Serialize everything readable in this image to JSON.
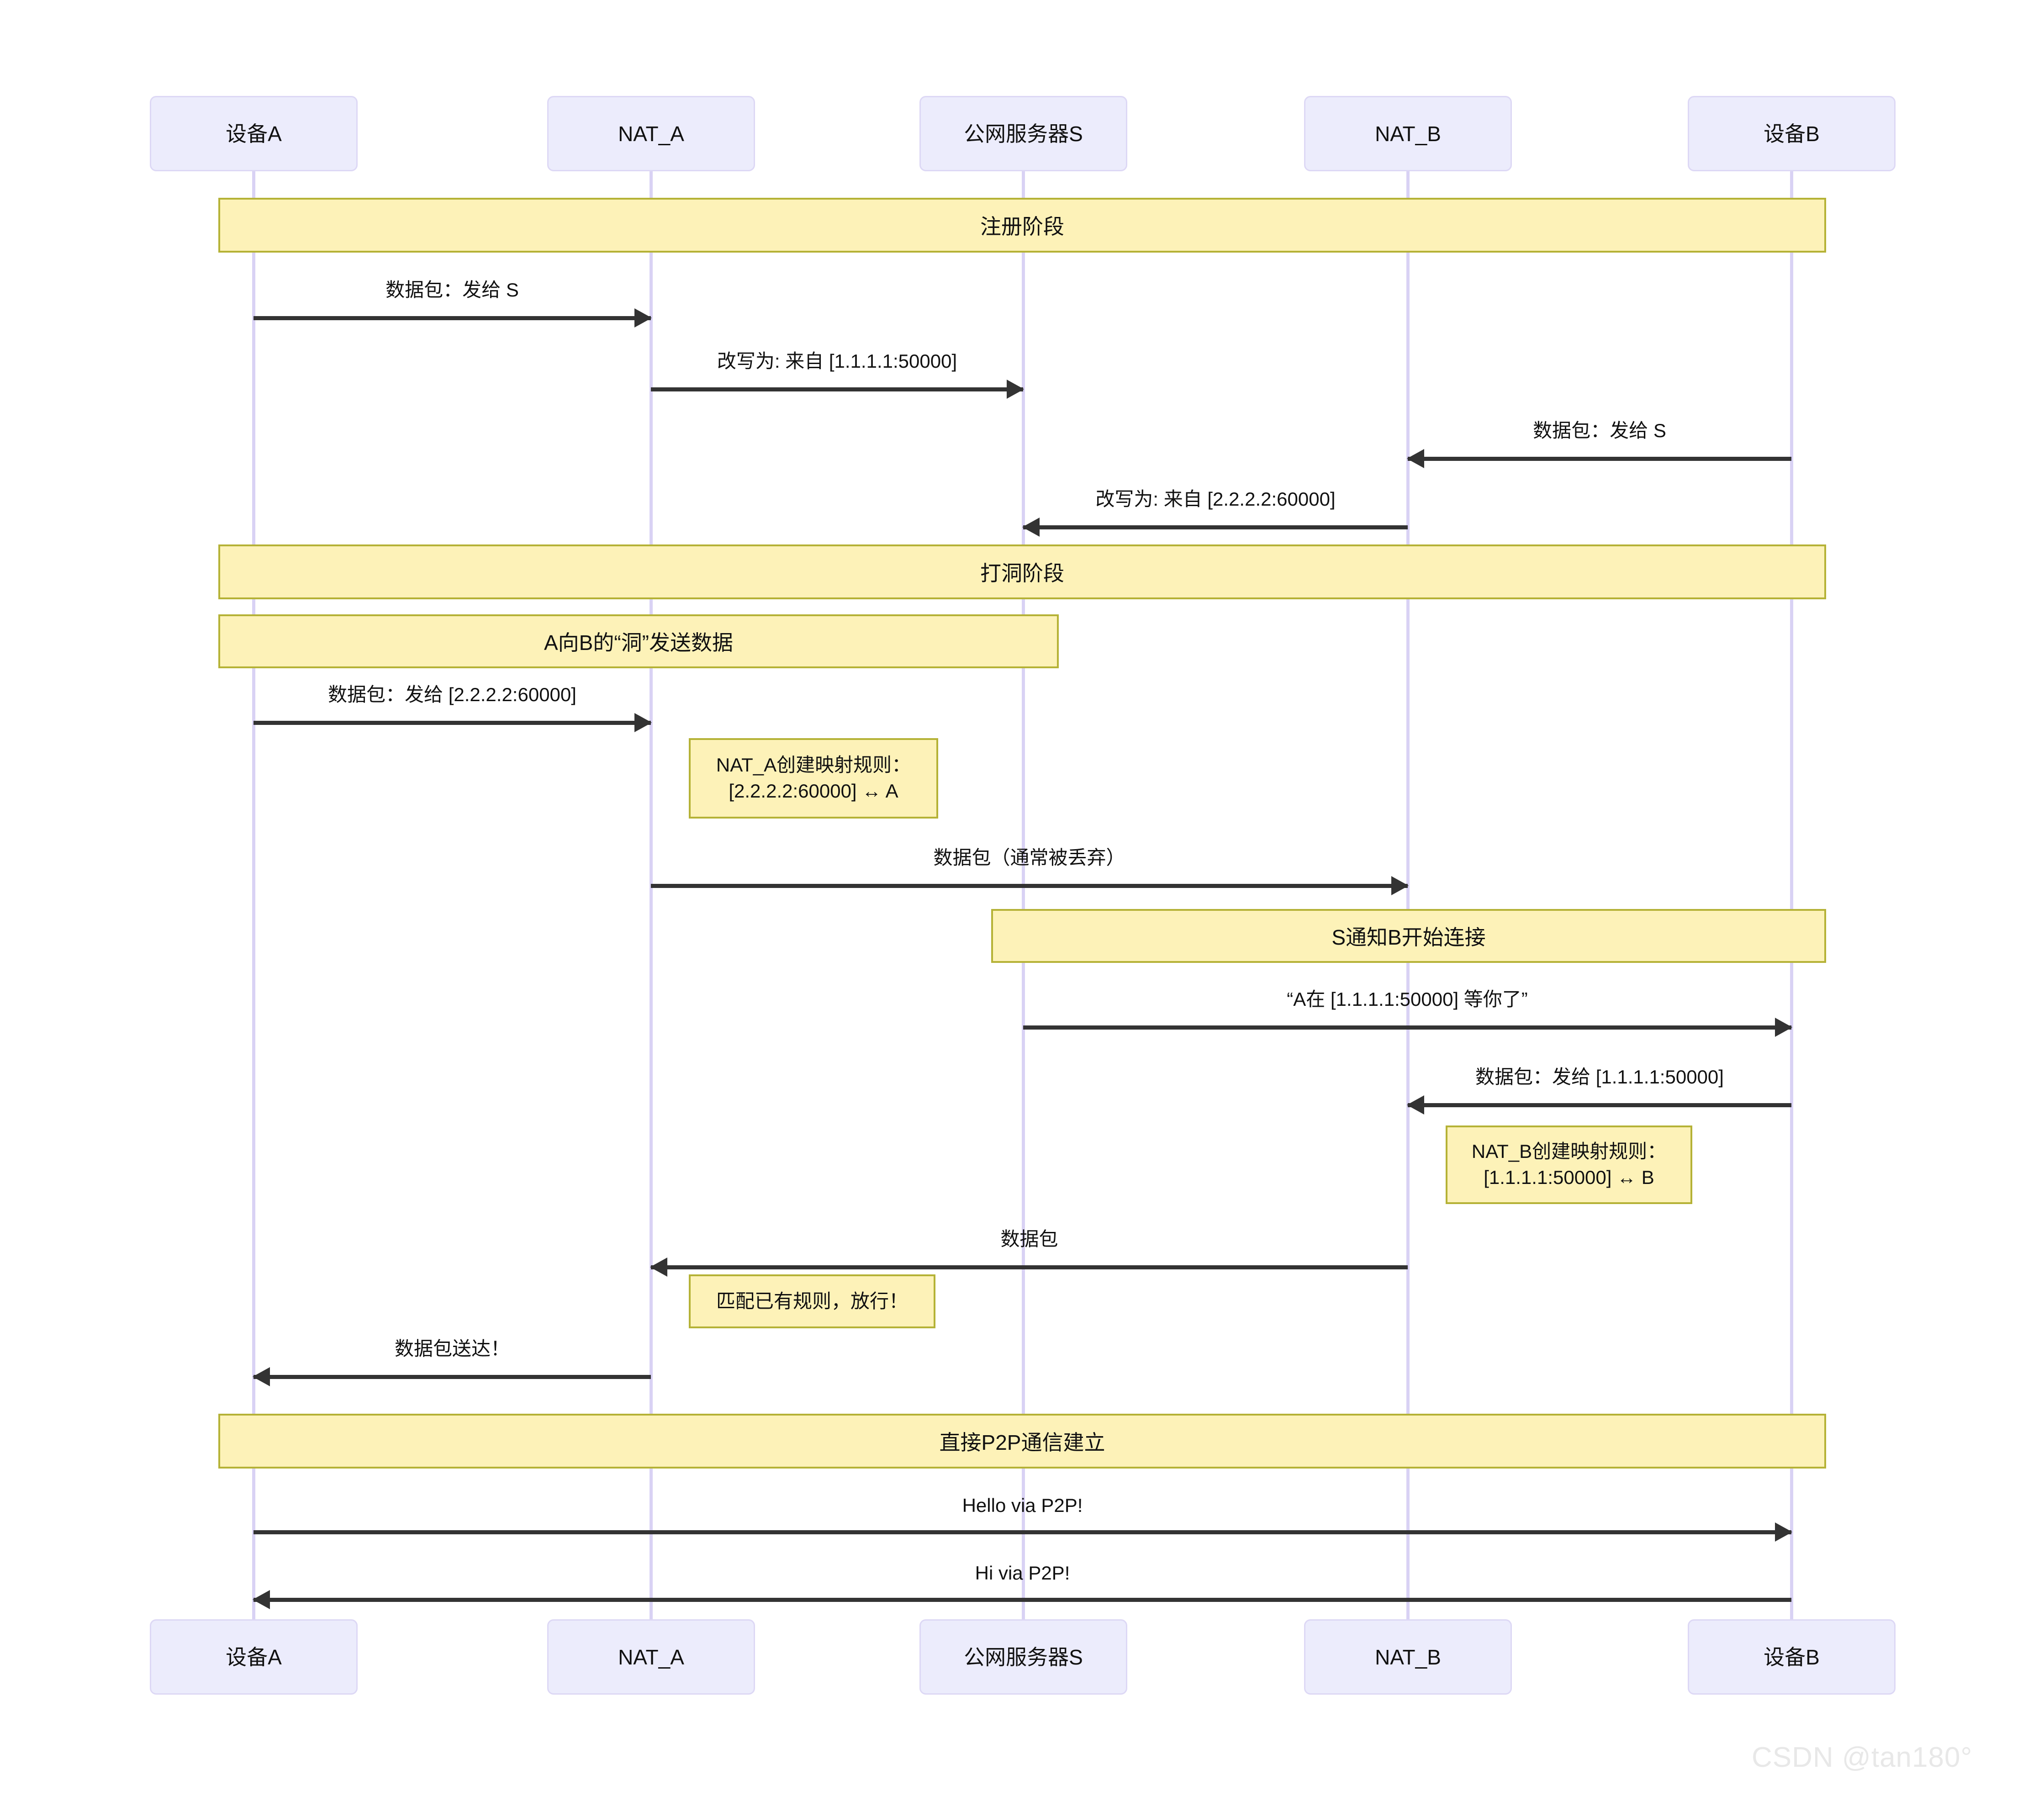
{
  "diagram": {
    "type": "sequence-diagram",
    "title_watermark": "CSDN @tan180°",
    "colors": {
      "participant_fill": "#ececfc",
      "participant_border": "#ddd8f5",
      "lifeline": "#d9d2f4",
      "note_fill": "#fdf2b8",
      "note_border": "#b5b236",
      "arrow": "#333333",
      "text": "#111111"
    },
    "participants": [
      {
        "id": "A",
        "label": "设备A"
      },
      {
        "id": "NATA",
        "label": "NAT_A"
      },
      {
        "id": "S",
        "label": "公网服务器S"
      },
      {
        "id": "NATB",
        "label": "NAT_B"
      },
      {
        "id": "B",
        "label": "设备B"
      }
    ],
    "banners": [
      {
        "id": "phase1",
        "label": "注册阶段"
      },
      {
        "id": "phase2",
        "label": "打洞阶段"
      },
      {
        "id": "sub_a2b",
        "label": "A向B的“洞”发送数据"
      },
      {
        "id": "sub_s2b",
        "label": "S通知B开始连接"
      },
      {
        "id": "phase3",
        "label": "直接P2P通信建立"
      }
    ],
    "notes": [
      {
        "id": "nat_a_rule",
        "line1": "NAT_A创建映射规则：",
        "line2": "[2.2.2.2:60000] ↔ A"
      },
      {
        "id": "nat_b_rule",
        "line1": "NAT_B创建映射规则：",
        "line2": "[1.1.1.1:50000] ↔ B"
      },
      {
        "id": "nat_a_pass",
        "line1": "匹配已有规则，放行！",
        "line2": ""
      }
    ],
    "messages": [
      {
        "id": "m1",
        "label": "数据包：发给 S",
        "from": "A",
        "to": "NATA",
        "direction": "right"
      },
      {
        "id": "m2",
        "label": "改写为: 来自 [1.1.1.1:50000]",
        "from": "NATA",
        "to": "S",
        "direction": "right"
      },
      {
        "id": "m3",
        "label": "数据包：发给 S",
        "from": "B",
        "to": "NATB",
        "direction": "left"
      },
      {
        "id": "m4",
        "label": "改写为: 来自 [2.2.2.2:60000]",
        "from": "NATB",
        "to": "S",
        "direction": "left"
      },
      {
        "id": "m5",
        "label": "数据包：发给 [2.2.2.2:60000]",
        "from": "A",
        "to": "NATA",
        "direction": "right"
      },
      {
        "id": "m6",
        "label": "数据包（通常被丢弃）",
        "from": "NATA",
        "to": "NATB",
        "direction": "right"
      },
      {
        "id": "m7",
        "label": "“A在 [1.1.1.1:50000] 等你了”",
        "from": "S",
        "to": "B",
        "direction": "right"
      },
      {
        "id": "m8",
        "label": "数据包：发给 [1.1.1.1:50000]",
        "from": "B",
        "to": "NATB",
        "direction": "left"
      },
      {
        "id": "m9",
        "label": "数据包",
        "from": "NATB",
        "to": "NATA",
        "direction": "left"
      },
      {
        "id": "m10",
        "label": "数据包送达！",
        "from": "NATA",
        "to": "A",
        "direction": "left"
      },
      {
        "id": "m11",
        "label": "Hello via P2P!",
        "from": "A",
        "to": "B",
        "direction": "right"
      },
      {
        "id": "m12",
        "label": "Hi via P2P!",
        "from": "B",
        "to": "A",
        "direction": "left"
      }
    ]
  }
}
